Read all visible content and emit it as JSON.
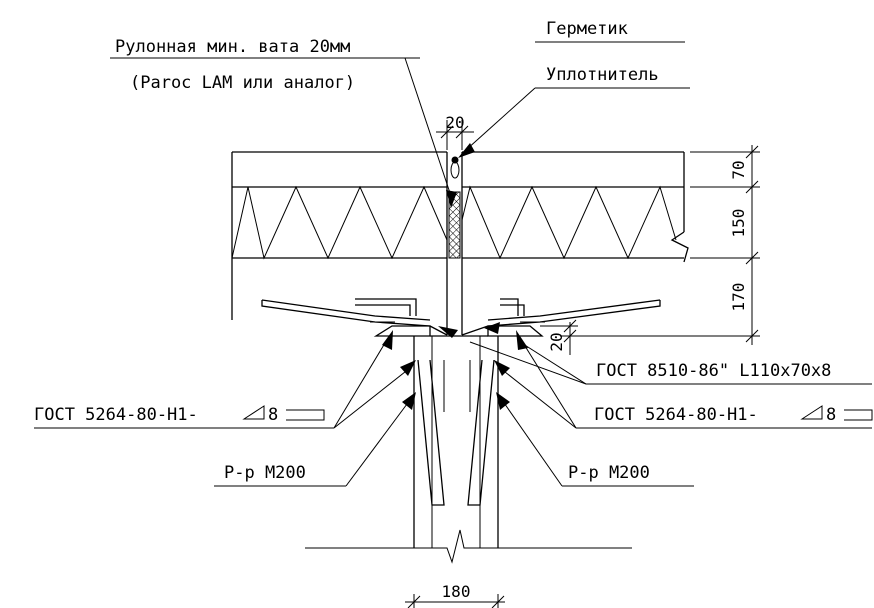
{
  "labels": {
    "insulation_line1": "Рулонная мин.  вата 20мм",
    "insulation_line2": "(Paroc LAM или аналог)",
    "sealant": "Герметик",
    "gasket": "Уплотнитель",
    "angle_gost": "ГОСТ 8510-86\" L110x70x8",
    "weld_left": "ГОСТ 5264-80-Н1-",
    "weld_left_size": "8",
    "weld_right": "ГОСТ 5264-80-Н1-",
    "weld_right_size": "8",
    "mortar_left": "Р-р М200",
    "mortar_right": "Р-р М200"
  },
  "dimensions": {
    "gap_width": "20",
    "layer_top": "70",
    "layer_middle": "150",
    "layer_bottom": "170",
    "angle_offset": "20",
    "column_width": "180"
  },
  "colors": {
    "line": "#000000",
    "background": "#ffffff"
  }
}
